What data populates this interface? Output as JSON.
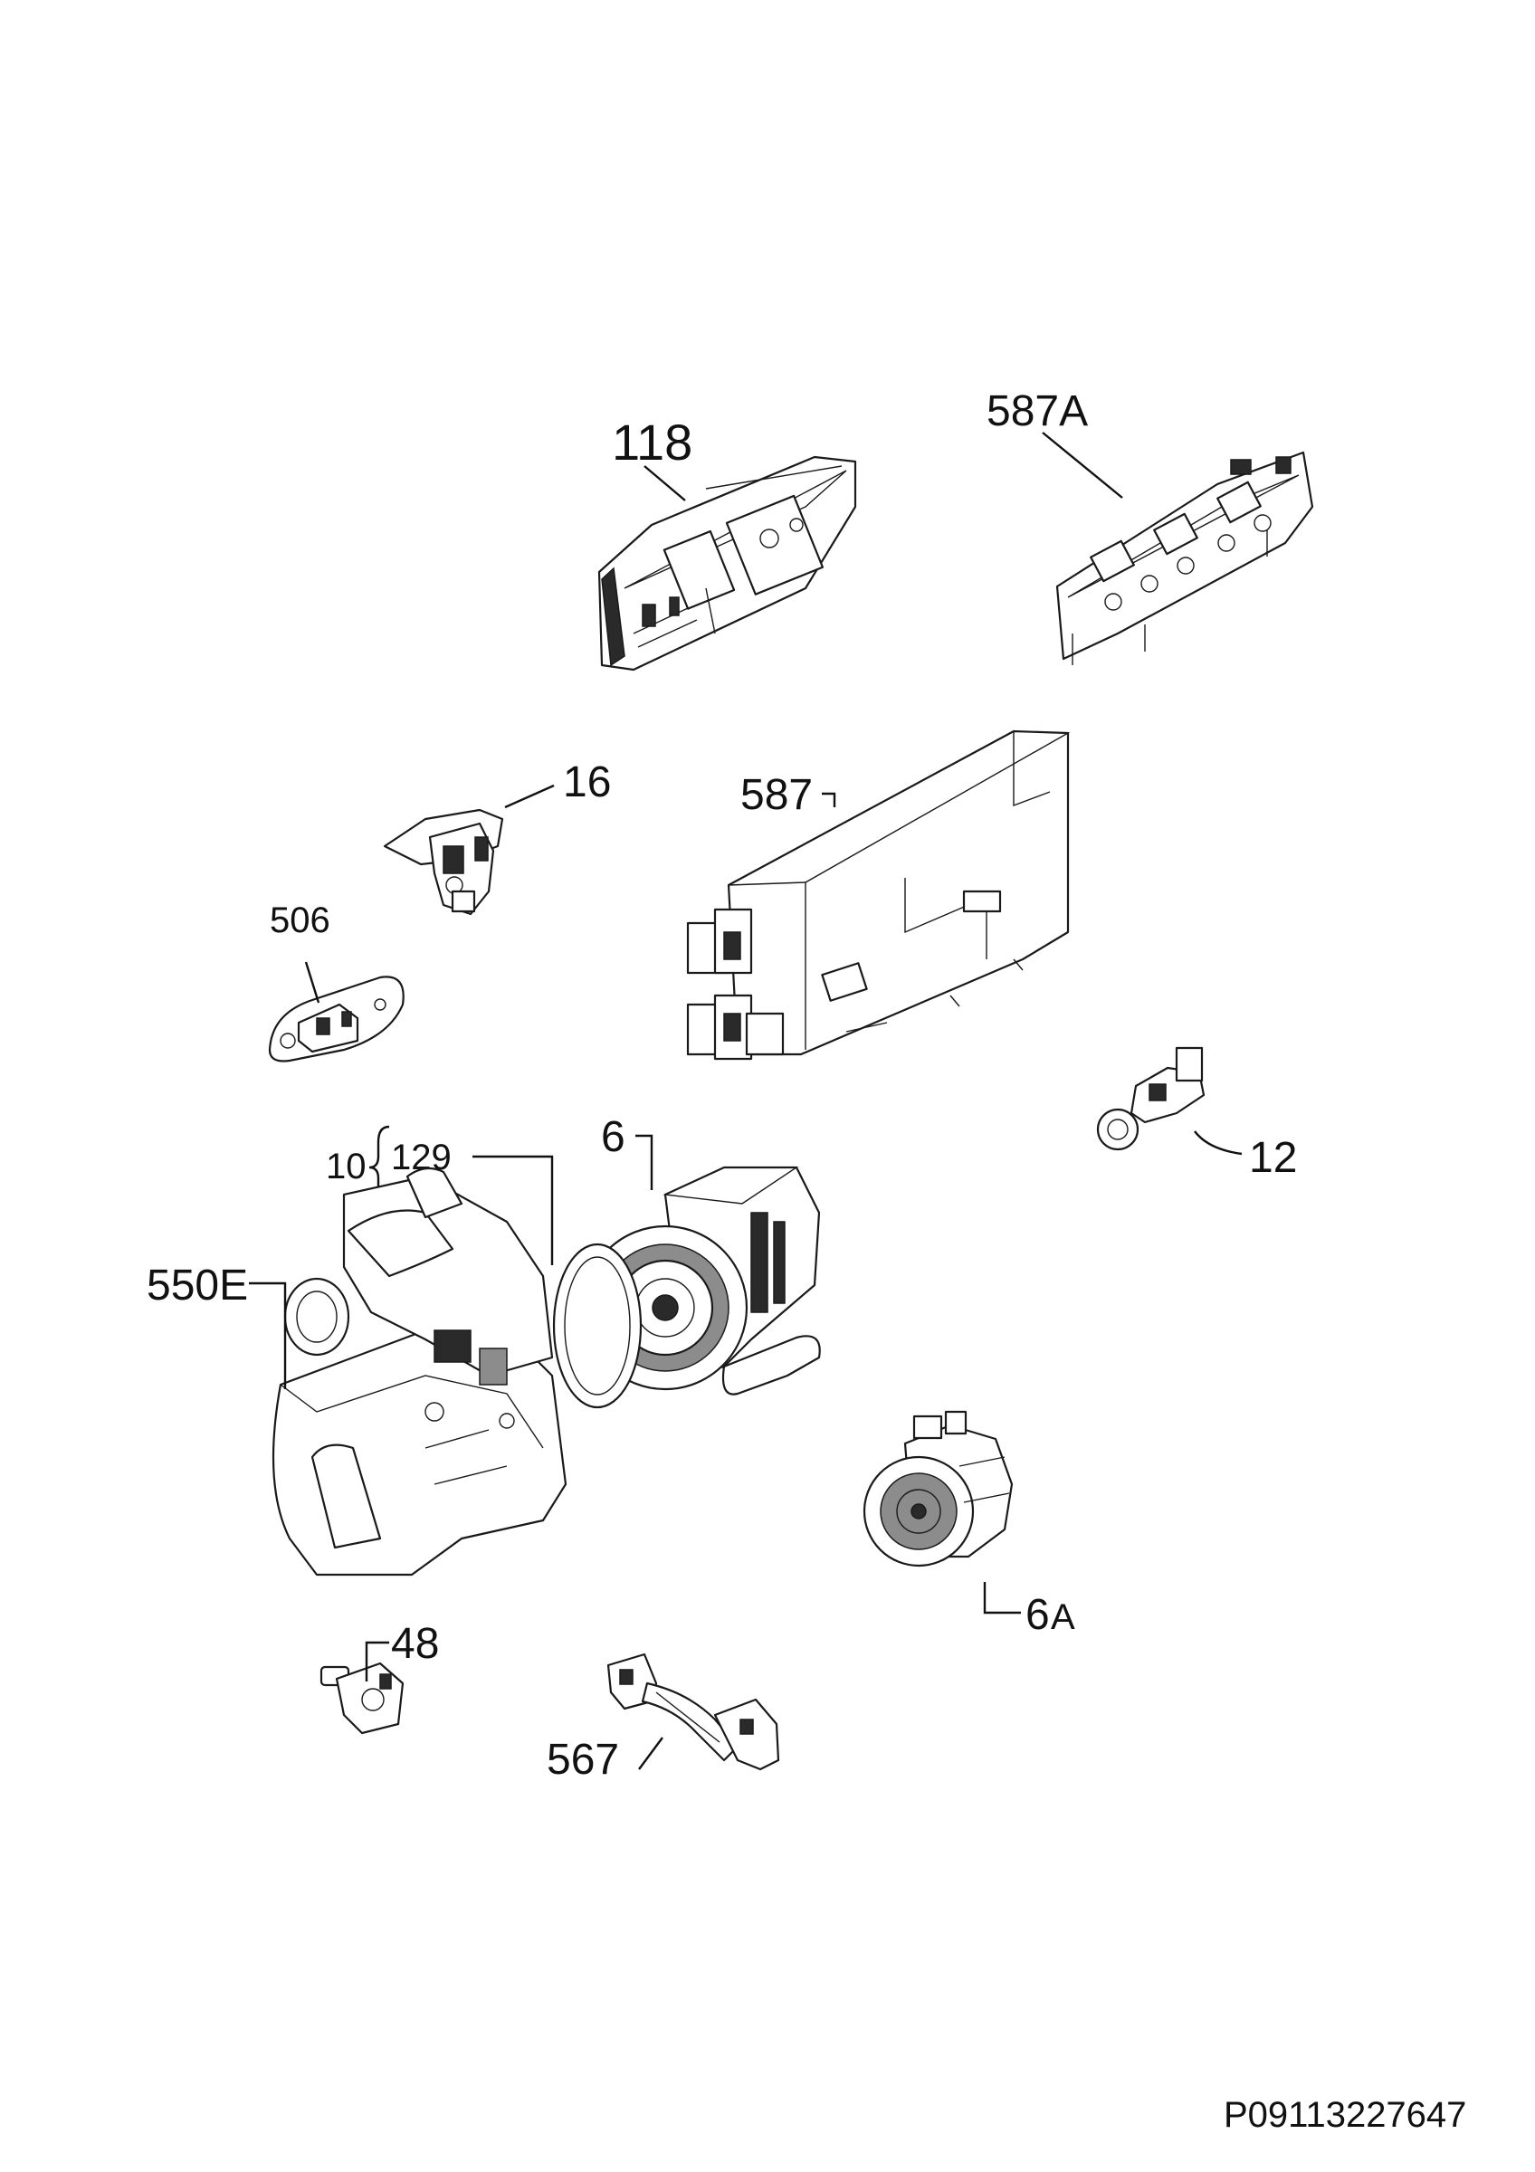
{
  "labels": {
    "p118": "118",
    "p587a": "587A",
    "p16": "16",
    "p587": "587",
    "p506": "506",
    "p10": "10",
    "p129": "129",
    "p6": "6",
    "p12": "12",
    "p550e": "550E",
    "p6a_num": "6",
    "p6a_letter": "A",
    "p48": "48",
    "p567": "567"
  },
  "footer": {
    "code": "P09113227647"
  }
}
